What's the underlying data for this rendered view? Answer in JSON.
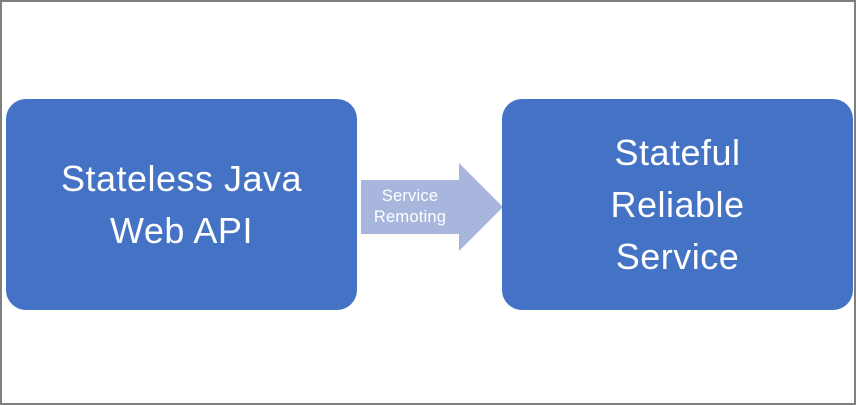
{
  "diagram": {
    "background_color": "#ffffff",
    "frame_border_color": "#7f7f7f",
    "box_fill_color": "#4472c4",
    "box_text_color": "#ffffff",
    "arrow_fill_color": "#a8b6dd",
    "arrow_text_color": "#ffffff",
    "left_box": {
      "label": "Stateless Java Web API",
      "line1": "Stateless Java",
      "line2": "Web API"
    },
    "right_box": {
      "label": "Stateful Reliable Service",
      "line1": "Stateful",
      "line2": "Reliable",
      "line3": "Service"
    },
    "arrow": {
      "label": "Service Remoting",
      "line1": "Service",
      "line2": "Remoting",
      "direction": "right"
    }
  }
}
